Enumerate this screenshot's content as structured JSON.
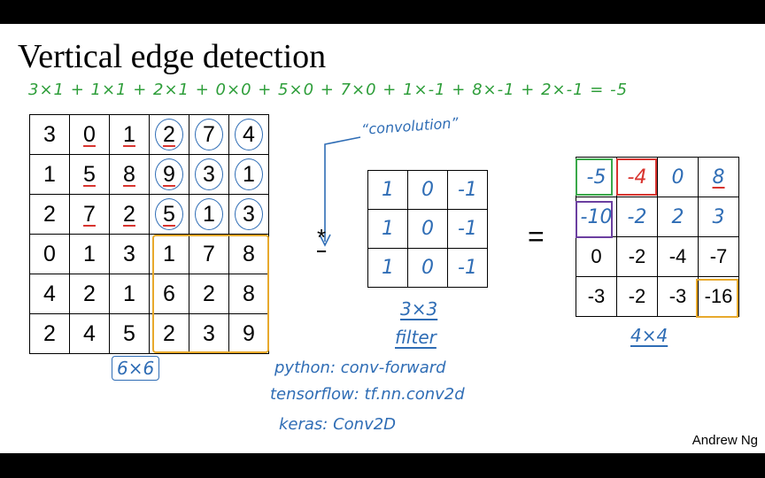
{
  "slide": {
    "title": "Vertical edge detection",
    "equation": "3×1 + 1×1 + 2×1 + 0×0 + 5×0 + 7×0 + 1×-1 + 8×-1 + 2×-1 = -5",
    "input_matrix": {
      "rows": [
        [
          "3",
          "0",
          "1",
          "2",
          "7",
          "4"
        ],
        [
          "1",
          "5",
          "8",
          "9",
          "3",
          "1"
        ],
        [
          "2",
          "7",
          "2",
          "5",
          "1",
          "3"
        ],
        [
          "0",
          "1",
          "3",
          "1",
          "7",
          "8"
        ],
        [
          "4",
          "2",
          "1",
          "6",
          "2",
          "8"
        ],
        [
          "2",
          "4",
          "5",
          "2",
          "3",
          "9"
        ]
      ],
      "size_label": "6×6"
    },
    "operator_symbol": "*",
    "convolution_label": "“convolution”",
    "filter_matrix": {
      "rows": [
        [
          "1",
          "0",
          "-1"
        ],
        [
          "1",
          "0",
          "-1"
        ],
        [
          "1",
          "0",
          "-1"
        ]
      ],
      "size_label": "3×3",
      "name_label": "filter"
    },
    "equals_symbol": "=",
    "output_matrix": {
      "rows": [
        [
          "-5",
          "-4",
          "0",
          "8"
        ],
        [
          "-10",
          "-2",
          "2",
          "3"
        ],
        [
          "0",
          "-2",
          "-4",
          "-7"
        ],
        [
          "-3",
          "-2",
          "-3",
          "-16"
        ]
      ],
      "size_label": "4×4"
    },
    "code_notes": {
      "python": "python: conv-forward",
      "tensorflow": "tensorflow: tf.nn.conv2d",
      "keras": "keras: Conv2D"
    },
    "author": "Andrew Ng",
    "colors": {
      "handwriting_blue": "#2f6db5",
      "equation_green": "#2e9e3a",
      "highlight_red": "#d8342f",
      "highlight_orange": "#e8a92c",
      "highlight_purple": "#6b3fa0"
    }
  }
}
